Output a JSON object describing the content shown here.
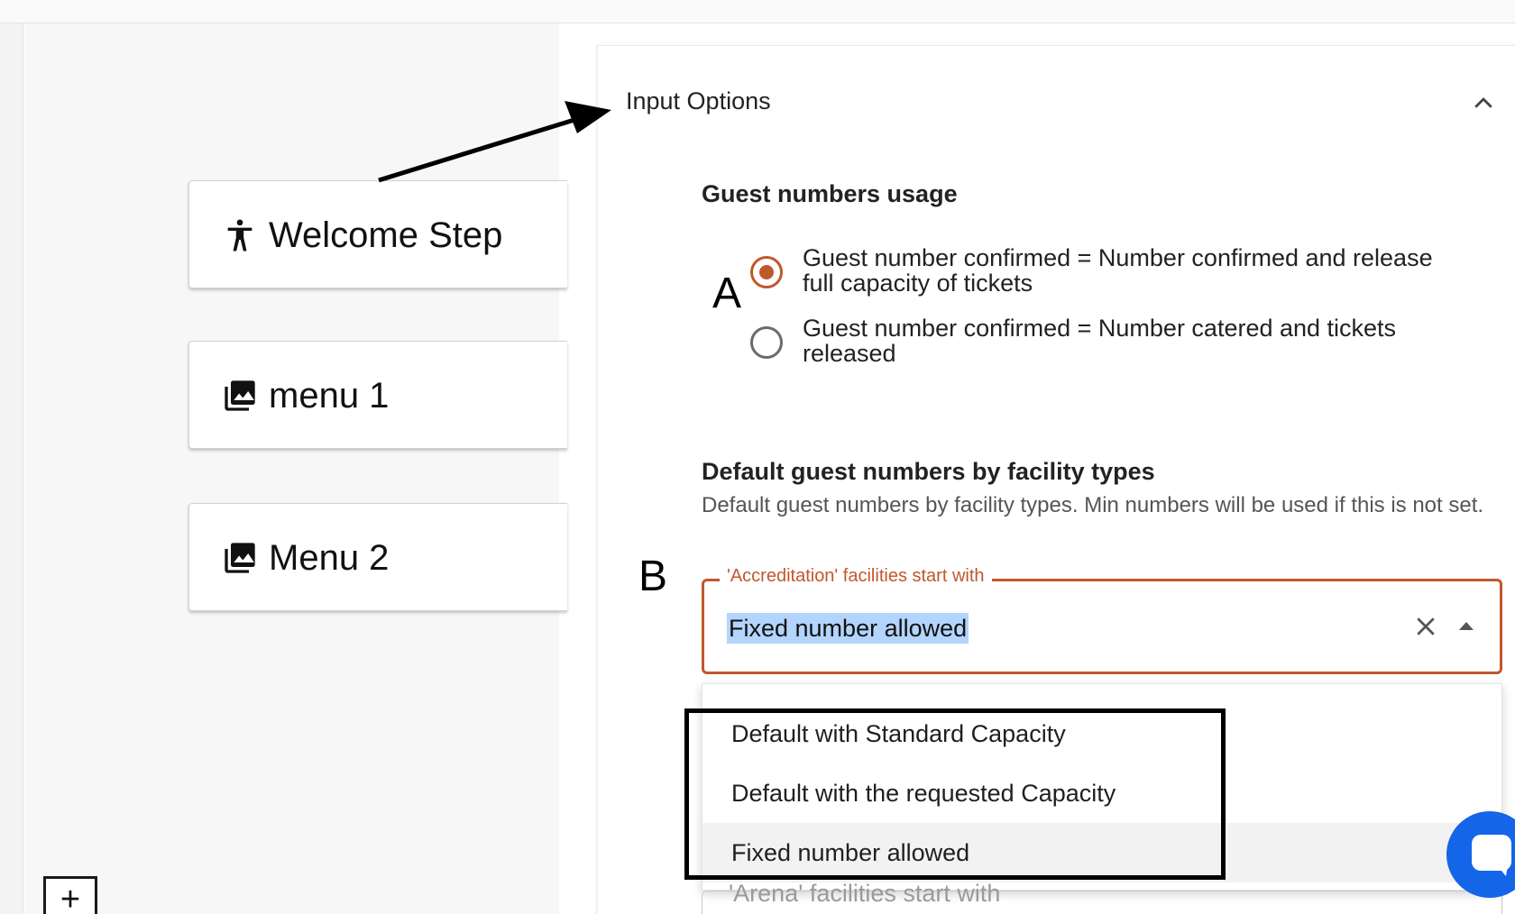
{
  "steps": [
    {
      "label": "Welcome Step",
      "icon": "accessibility-icon"
    },
    {
      "label": "menu 1",
      "icon": "photo-library-icon"
    },
    {
      "label": "Menu 2",
      "icon": "photo-library-icon"
    }
  ],
  "add_button": {
    "label": "+"
  },
  "panel": {
    "title": "Input Options",
    "collapse_icon": "chevron-up-icon"
  },
  "guest_usage": {
    "title": "Guest numbers usage",
    "options": [
      {
        "line1": "Guest number confirmed = Number confirmed and release",
        "line2": "full capacity of tickets",
        "checked": true
      },
      {
        "line1": "Guest number confirmed = Number catered and tickets",
        "line2": "released",
        "checked": false
      }
    ]
  },
  "annotations": {
    "a": "A",
    "b": "B"
  },
  "facility_defaults": {
    "title": "Default guest numbers by facility types",
    "description": "Default guest numbers by facility types. Min numbers will be used if this is not set.",
    "select": {
      "label": "'Accreditation' facilities start with",
      "value": "Fixed number allowed",
      "options": [
        {
          "label": "Default with Standard Capacity",
          "selected": false
        },
        {
          "label": "Default with the requested Capacity",
          "selected": false
        },
        {
          "label": "Fixed number allowed",
          "selected": true
        }
      ]
    },
    "next_field_label": "'Arena' facilities start with"
  },
  "colors": {
    "accent": "#c0582c",
    "selection": "#b3d4fc",
    "chat": "#1565e8"
  }
}
